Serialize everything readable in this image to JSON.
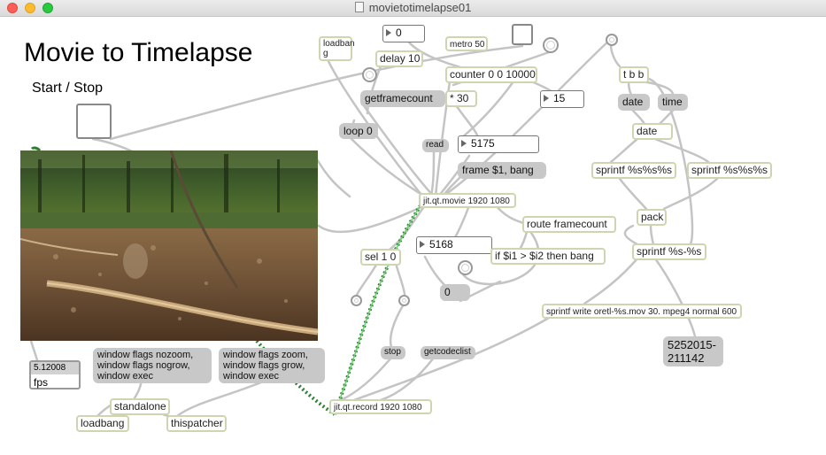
{
  "window": {
    "title": "movietotimelapse01"
  },
  "patch": {
    "title": "Movie to Timelapse",
    "start_stop": "Start / Stop",
    "objects": {
      "loadbang_top": "loadban\ng",
      "delay": "delay 10",
      "metro": "metro 50",
      "counter": "counter 0 0 10000",
      "mult": "* 30",
      "jit_movie": "jit.qt.movie 1920 1080",
      "route": "route framecount",
      "sel": "sel 1 0",
      "if_obj": "if $i1 > $i2 then bang",
      "jit_record": "jit.qt.record 1920 1080",
      "standalone": "standalone",
      "loadbang_bottom": "loadbang",
      "thispatcher": "thispatcher",
      "tbb": "t b b",
      "date_obj": "date",
      "sprintf1": "sprintf %s%s%s",
      "sprintf2": "sprintf %s%s%s",
      "pack": "pack",
      "sprintf_dash": "sprintf %s-%s",
      "sprintf_write": "sprintf write oretl-%s.mov 30. mpeg4 normal 600"
    },
    "messages": {
      "getframecount": "getframecount",
      "loop": "loop 0",
      "read": "read",
      "frame_bang": "frame $1, bang",
      "zero": "0",
      "stop": "stop",
      "getcodeclist": "getcodeclist",
      "date_msg": "date",
      "time_msg": "time",
      "timestamp": "5252015-211142",
      "window_nozoom": "window flags nozoom, window flags nogrow, window exec",
      "window_zoom": "window flags zoom, window flags grow, window exec"
    },
    "numbers": {
      "top_num": "0",
      "num_15": "15",
      "num_5175": "5175",
      "num_5168": "5168"
    },
    "fps": {
      "value": "5.12008",
      "label": "fps"
    }
  },
  "colors": {
    "object_border": "#cdd6b0",
    "message_bg": "#c8c8c8",
    "patch_cord": "#c4c4c4",
    "video_cord": "#4caf50"
  }
}
